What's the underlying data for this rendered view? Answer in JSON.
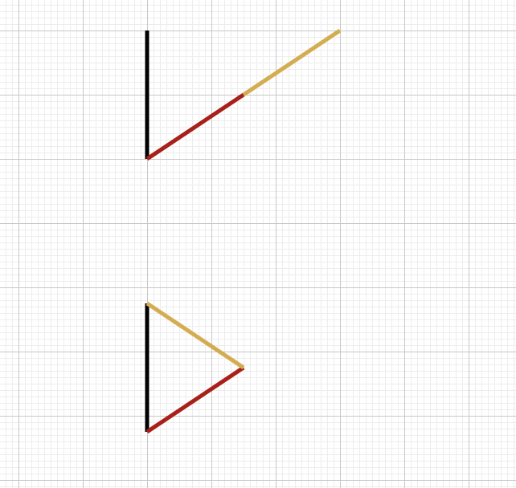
{
  "grid": {
    "minor_color": "#ededed",
    "major_color": "#c8c8c8",
    "background": "#ffffff"
  },
  "colors": {
    "black": "#000000",
    "red": "#a8201a",
    "gold": "#d4ac52"
  },
  "figures": [
    {
      "name": "figure-top",
      "segments": [
        {
          "name": "black-segment",
          "color_key": "black",
          "from": [
            0,
            0
          ],
          "to": [
            0,
            -4
          ]
        },
        {
          "name": "red-segment",
          "color_key": "red",
          "from": [
            0,
            0
          ],
          "to": [
            3,
            -2
          ]
        },
        {
          "name": "gold-segment",
          "color_key": "gold",
          "from": [
            3,
            -2
          ],
          "to": [
            6,
            -4
          ]
        }
      ]
    },
    {
      "name": "figure-bottom",
      "segments": [
        {
          "name": "black-segment",
          "color_key": "black",
          "from": [
            0,
            0
          ],
          "to": [
            0,
            -4
          ]
        },
        {
          "name": "red-segment",
          "color_key": "red",
          "from": [
            0,
            0
          ],
          "to": [
            3,
            -2
          ]
        },
        {
          "name": "gold-segment",
          "color_key": "gold",
          "from": [
            3,
            -2
          ],
          "to": [
            0,
            -4
          ]
        }
      ]
    }
  ]
}
